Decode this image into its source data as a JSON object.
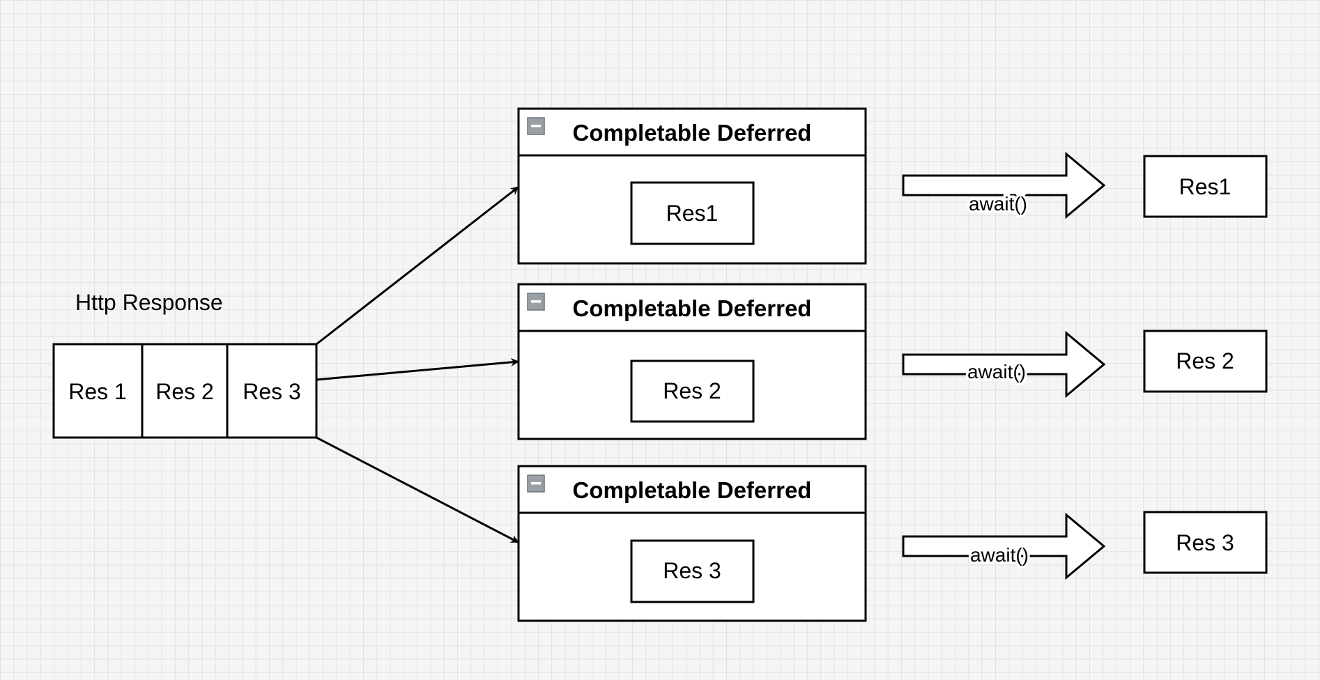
{
  "http": {
    "label": "Http Response",
    "cells": [
      "Res 1",
      "Res 2",
      "Res 3"
    ]
  },
  "deferred": [
    {
      "title": "Completable Deferred",
      "inner": "Res1",
      "arrow_label": "await()",
      "result": "Res1"
    },
    {
      "title": "Completable Deferred",
      "inner": "Res 2",
      "arrow_label": "await()",
      "result": "Res 2"
    },
    {
      "title": "Completable Deferred",
      "inner": "Res 3",
      "arrow_label": "await()",
      "result": "Res 3"
    }
  ],
  "colors": {
    "stroke": "#000000",
    "fill": "#ffffff",
    "background": "#f5f5f5",
    "grid": "#e2e2e2",
    "collapse_icon": "#9aa0a6"
  },
  "icons": {
    "collapse": "minus-icon"
  }
}
